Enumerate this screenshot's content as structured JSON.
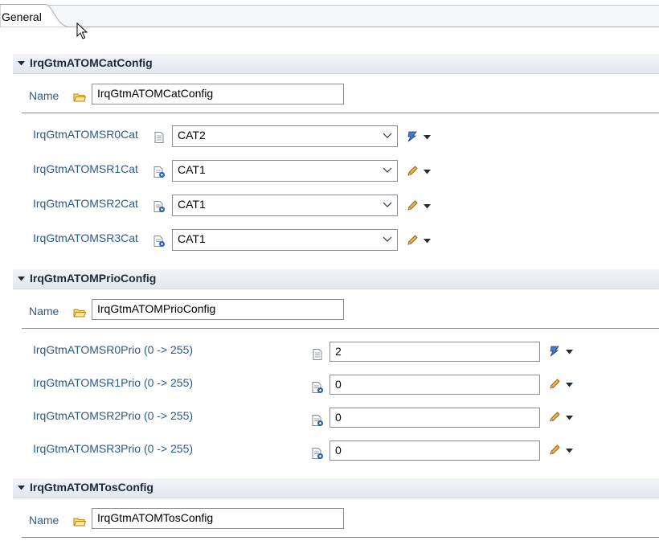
{
  "tabs": [
    {
      "label": "General"
    }
  ],
  "sections": [
    {
      "title": "IrqGtmATOMCatConfig",
      "name_label": "Name",
      "name_value": "IrqGtmATOMCatConfig",
      "rows": [
        {
          "label": "IrqGtmATOMSR0Cat",
          "value": "CAT2",
          "state": "default"
        },
        {
          "label": "IrqGtmATOMSR1Cat",
          "value": "CAT1",
          "state": "modified"
        },
        {
          "label": "IrqGtmATOMSR2Cat",
          "value": "CAT1",
          "state": "modified"
        },
        {
          "label": "IrqGtmATOMSR3Cat",
          "value": "CAT1",
          "state": "modified"
        }
      ]
    },
    {
      "title": "IrqGtmATOMPrioConfig",
      "name_label": "Name",
      "name_value": "IrqGtmATOMPrioConfig",
      "rows": [
        {
          "label": "IrqGtmATOMSR0Prio (0 -> 255)",
          "value": "2",
          "state": "default"
        },
        {
          "label": "IrqGtmATOMSR1Prio (0 -> 255)",
          "value": "0",
          "state": "modified"
        },
        {
          "label": "IrqGtmATOMSR2Prio (0 -> 255)",
          "value": "0",
          "state": "modified"
        },
        {
          "label": "IrqGtmATOMSR3Prio (0 -> 255)",
          "value": "0",
          "state": "modified"
        }
      ]
    },
    {
      "title": "IrqGtmATOMTosConfig",
      "name_label": "Name",
      "name_value": "IrqGtmATOMTosConfig",
      "rows": []
    }
  ],
  "icons": {
    "section_toggle": "expanded-triangle-icon",
    "name_field": "folder-icon",
    "default_value": "default-value-icon",
    "modified_value": "user-defined-value-icon",
    "calculate": "calculate-default-icon",
    "edit": "pencil-icon",
    "menu": "dropdown-arrow-icon"
  },
  "colors": {
    "label": "#2a5a8c",
    "section_bg": "#e3e8ee",
    "border": "#8a8f96"
  }
}
